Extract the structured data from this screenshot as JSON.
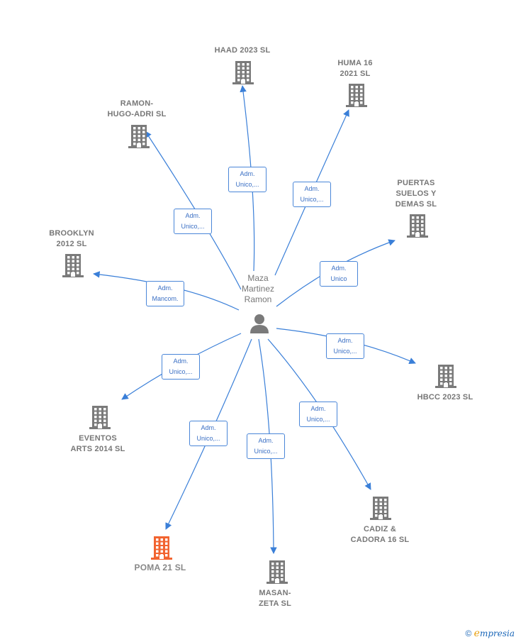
{
  "center": {
    "name": "Maza\nMartinez\nRamon",
    "icon": "person-icon"
  },
  "colors": {
    "edge": "#3a7fd8",
    "building": "#7a7a7a",
    "building_active": "#f26430"
  },
  "nodes": [
    {
      "id": "haad",
      "label": "HAAD 2023  SL",
      "active": false
    },
    {
      "id": "huma",
      "label": "HUMA 16\n2021  SL",
      "active": false
    },
    {
      "id": "ramon",
      "label": "RAMON-\nHUGO-ADRI  SL",
      "active": false
    },
    {
      "id": "puertas",
      "label": "PUERTAS\nSUELOS Y\nDEMAS  SL",
      "active": false
    },
    {
      "id": "brooklyn",
      "label": "BROOKLYN\n2012 SL",
      "active": false
    },
    {
      "id": "hbcc",
      "label": "HBCC 2023  SL",
      "active": false
    },
    {
      "id": "eventos",
      "label": "EVENTOS\nARTS 2014  SL",
      "active": false
    },
    {
      "id": "cadiz",
      "label": "CADIZ &\nCADORA 16  SL",
      "active": false
    },
    {
      "id": "poma",
      "label": "POMA 21  SL",
      "active": true
    },
    {
      "id": "masan",
      "label": "MASAN-\nZETA  SL",
      "active": false
    }
  ],
  "edges": [
    {
      "to": "haad",
      "label": "Adm.\nUnico,..."
    },
    {
      "to": "huma",
      "label": "Adm.\nUnico,..."
    },
    {
      "to": "ramon",
      "label": "Adm.\nUnico,..."
    },
    {
      "to": "puertas",
      "label": "Adm.\nUnico"
    },
    {
      "to": "brooklyn",
      "label": "Adm.\nMancom."
    },
    {
      "to": "hbcc",
      "label": "Adm.\nUnico,..."
    },
    {
      "to": "eventos",
      "label": "Adm.\nUnico,..."
    },
    {
      "to": "cadiz",
      "label": "Adm.\nUnico,..."
    },
    {
      "to": "poma",
      "label": "Adm.\nUnico,..."
    },
    {
      "to": "masan",
      "label": "Adm.\nUnico,..."
    }
  ],
  "watermark": {
    "symbol": "©",
    "brand_initial": "e",
    "brand_rest": "mpresia"
  }
}
